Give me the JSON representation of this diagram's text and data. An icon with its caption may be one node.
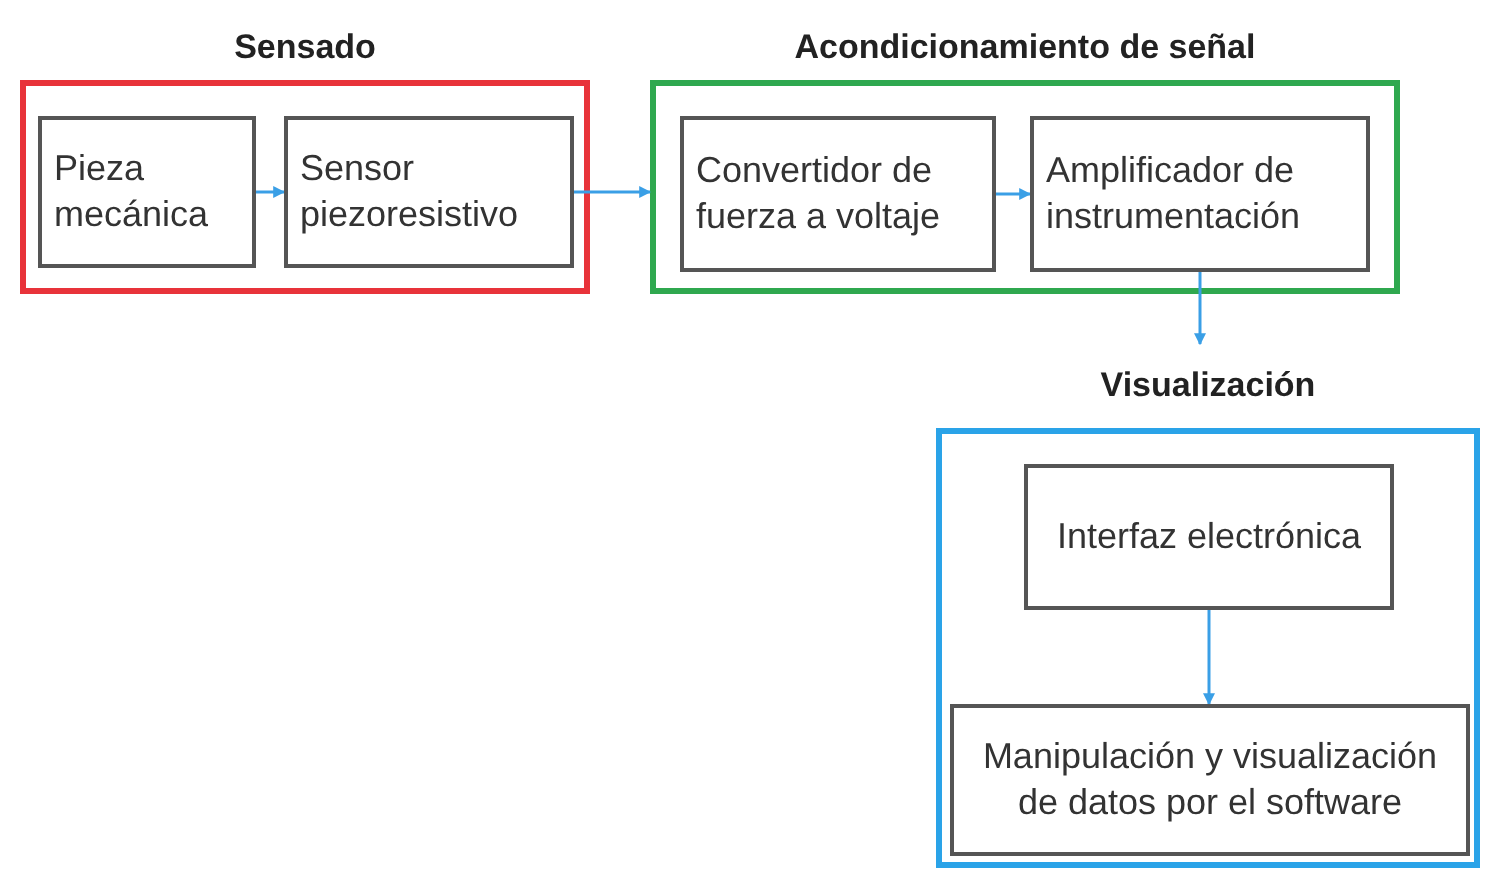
{
  "diagram": {
    "nodes": [
      {
        "text": [
          "Sensado"
        ]
      },
      {
        "text": [
          "Pieza mecánica"
        ],
        "in": 0
      },
      {
        "text": [
          "Sensor piezoresistivo"
        ],
        "in": 0
      },
      {
        "text": [
          "Acondicionamiento de señal"
        ]
      },
      {
        "text": [
          "Convertidor de fuerza a voltaje"
        ],
        "in": 3
      },
      {
        "text": [
          "Amplificador de instrumentación"
        ],
        "in": 3
      },
      {
        "text": [
          "Visualización"
        ]
      },
      {
        "text": [
          "Interfaz electrónica"
        ],
        "in": 6
      },
      {
        "text": [
          "Manipulación y visualización de datos por el software"
        ],
        "in": 6
      }
    ],
    "edges": [
      {
        "from": 1,
        "to": 2,
        "arrow": "to"
      },
      {
        "from": 2,
        "to": 3,
        "arrow": "to"
      },
      {
        "from": 4,
        "to": 5,
        "arrow": "to"
      },
      {
        "from": 5,
        "to": 6,
        "arrow": "to"
      },
      {
        "from": 7,
        "to": 8,
        "arrow": "to"
      }
    ]
  }
}
